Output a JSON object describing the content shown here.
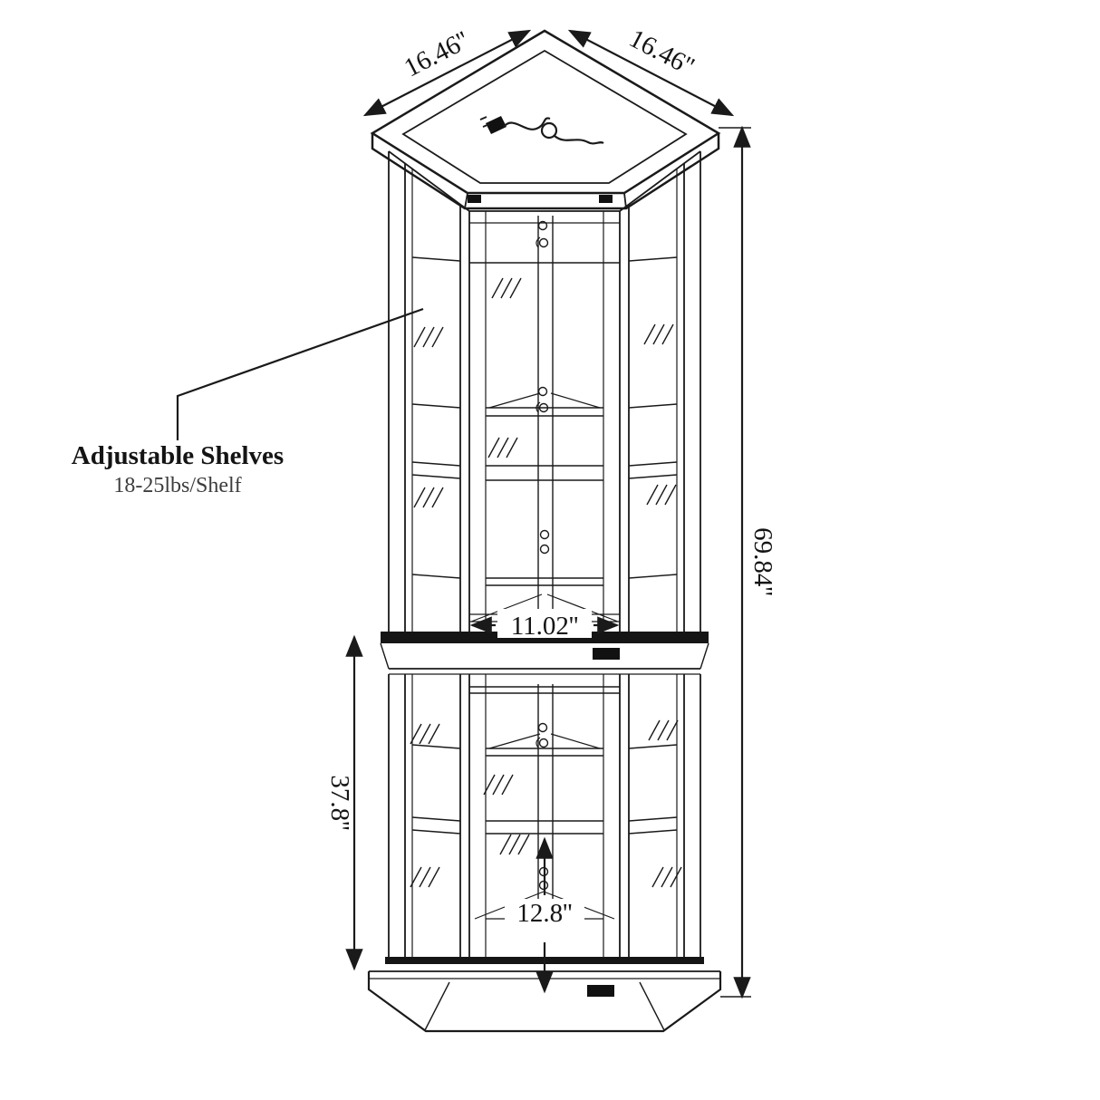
{
  "diagram": {
    "type": "product-dimension-diagram",
    "subject": "corner curio display cabinet with glass shelves",
    "annotation": {
      "title": "Adjustable Shelves",
      "subtitle": "18-25lbs/Shelf"
    },
    "dimensions": {
      "top_left_width": "16.46''",
      "top_right_width": "16.46''",
      "overall_height": "69.84''",
      "inner_width": "11.02''",
      "lower_section_height": "37.8''",
      "base_depth": "12.8''"
    },
    "colors": {
      "line": "#1a1a1a",
      "background": "#ffffff"
    }
  }
}
